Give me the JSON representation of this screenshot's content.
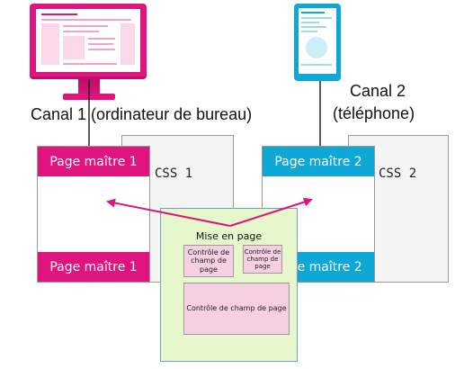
{
  "channel1": {
    "label": "Canal 1 (ordinateur de bureau)"
  },
  "channel2": {
    "label_line1": "Canal 2",
    "label_line2": "(téléphone)"
  },
  "css1": {
    "label": "CSS 1"
  },
  "css2": {
    "label": "CSS 2"
  },
  "master1": {
    "top_label": "Page maître 1",
    "bottom_label": "Page maître 1"
  },
  "master2": {
    "top_label": "Page maître 2",
    "bottom_label": "Page maître 2"
  },
  "layout": {
    "title": "Mise en page",
    "field_controls": [
      {
        "label": "Contrôle de champ de page"
      },
      {
        "label": "Contrôle de champ de page"
      },
      {
        "label": "Contrôle de champ de page"
      }
    ]
  },
  "colors": {
    "channel1_accent": "#e0147e",
    "channel2_accent": "#0ea7d6",
    "layout_background": "#e6f7cc",
    "field_control_background": "#f6cfe2",
    "arrow": "#e0147e"
  }
}
